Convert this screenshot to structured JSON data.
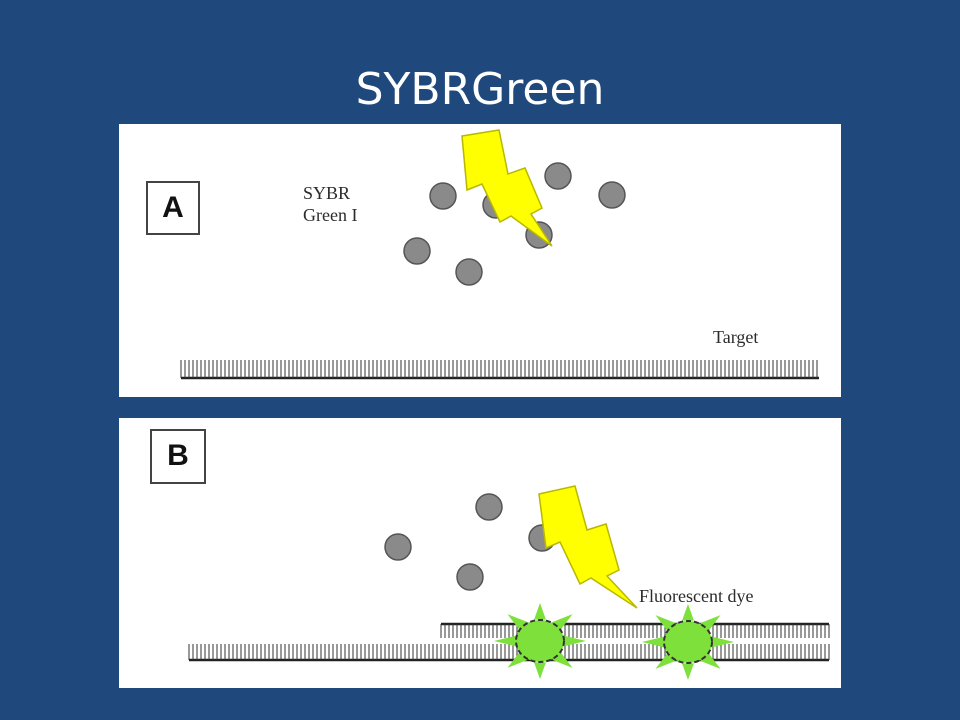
{
  "slide": {
    "title": "SYBRGreen"
  },
  "panel_a": {
    "letter": "A",
    "dye_label": "SYBR Green I",
    "target_label": "Target"
  },
  "panel_b": {
    "letter": "B",
    "fluorescent_label": "Fluorescent dye"
  },
  "colors": {
    "background": "#1f497d",
    "dye": "#8a8a8a",
    "lightning": "#ffff00",
    "fluorescence": "#7ee03a"
  },
  "icons": [
    "lightning-bolt-icon",
    "sybr-molecule-icon",
    "fluorescent-burst-icon",
    "dna-strand-icon"
  ]
}
